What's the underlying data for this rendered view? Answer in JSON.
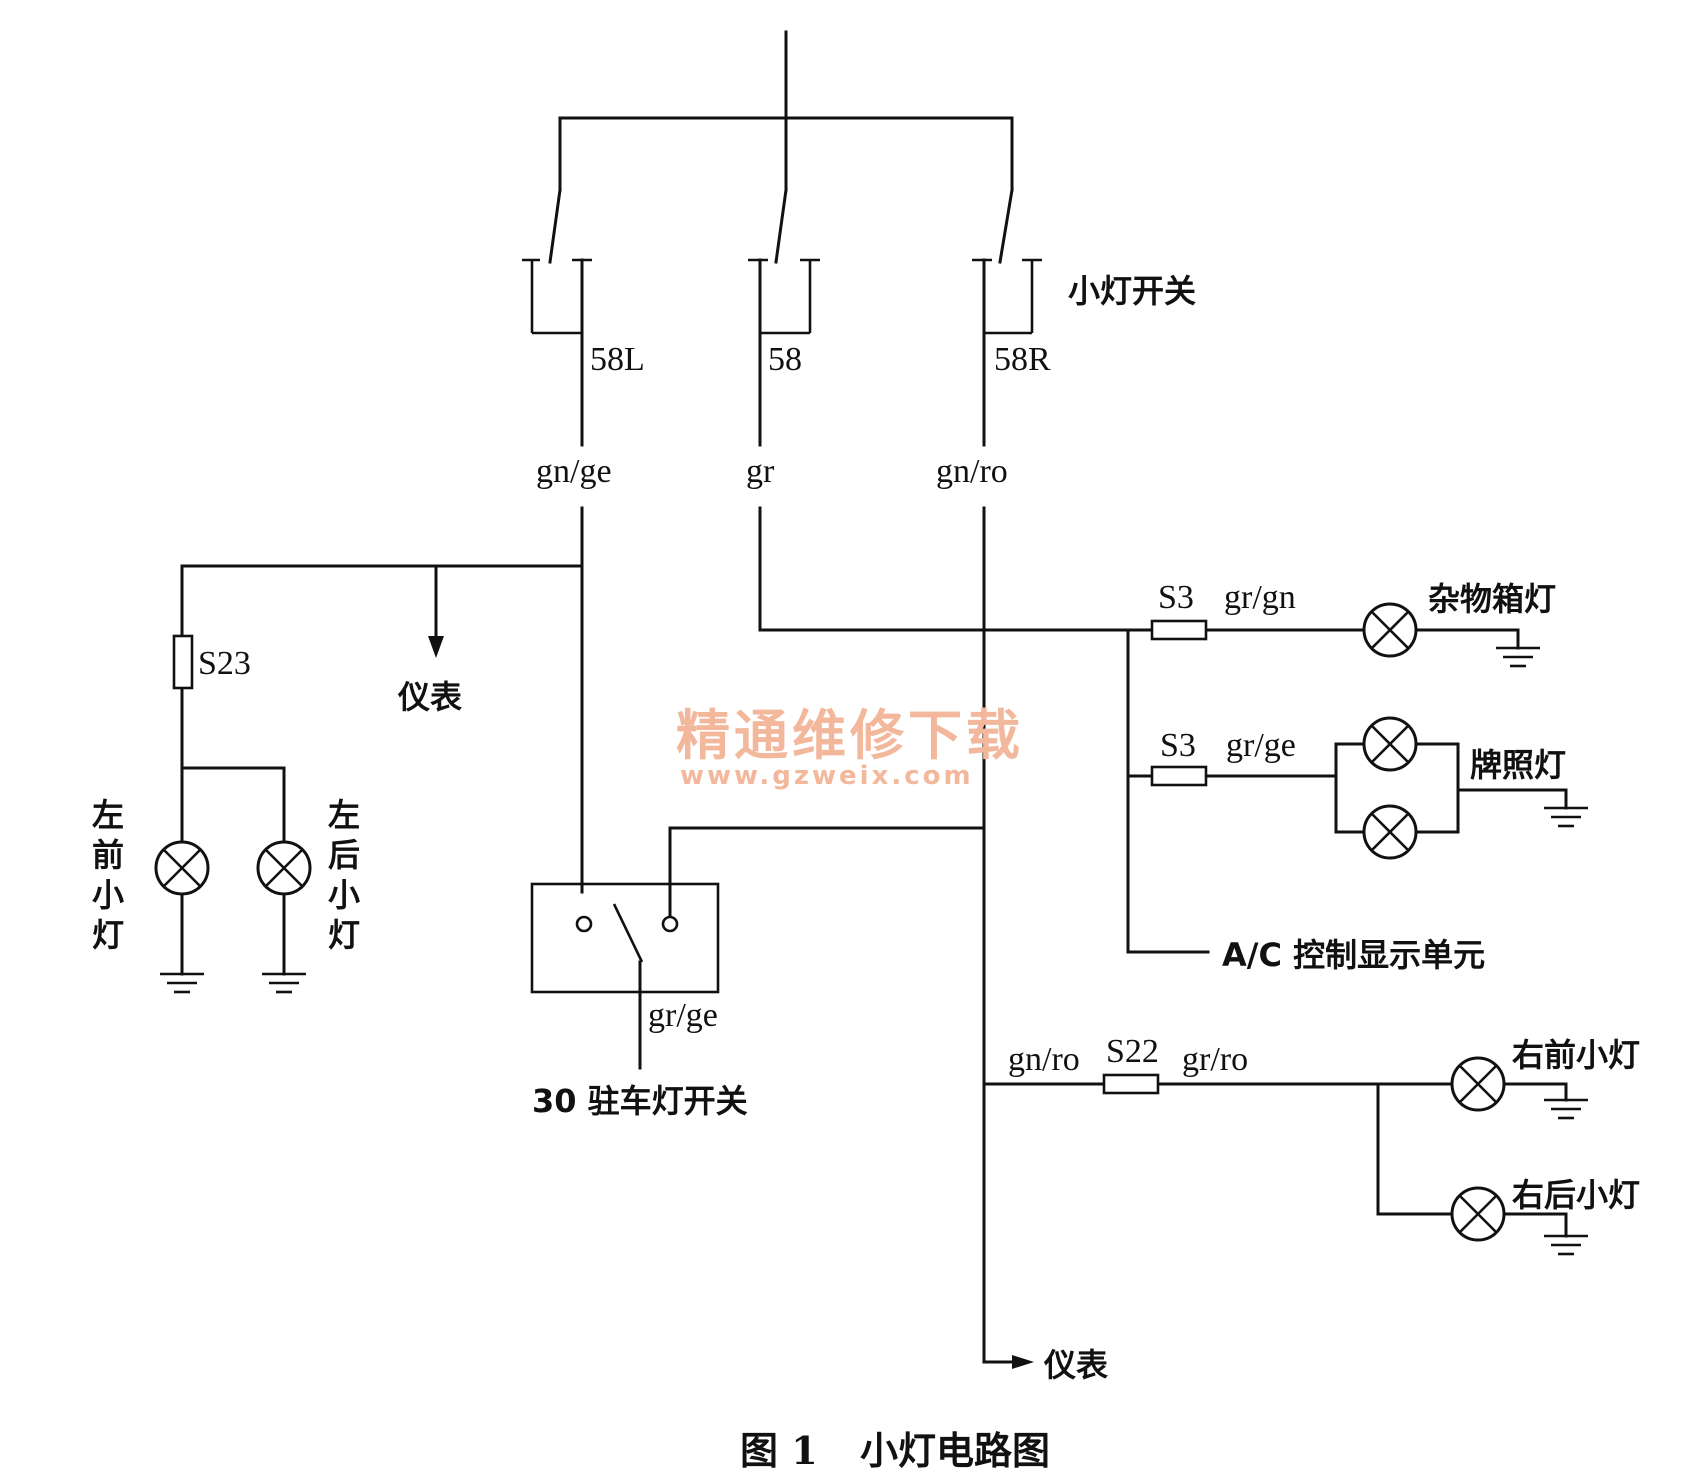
{
  "caption": {
    "figure_no": "图 1",
    "title": "小灯电路图"
  },
  "switch_label": "小灯开关",
  "terminals": {
    "left": "58L",
    "middle": "58",
    "right": "58R"
  },
  "wire_colors": {
    "left": "gn/ge",
    "middle": "gr",
    "right": "gn/ro",
    "glovebox": "gr/gn",
    "plate": "gr/ge",
    "parking": "gr/ge",
    "right_feed": "gn/ro",
    "right_out": "gr/ro"
  },
  "fuses": {
    "left": "S23",
    "glovebox": "S3",
    "plate": "S3",
    "right": "S22"
  },
  "instrument": {
    "upper": "仪表",
    "lower": "仪表"
  },
  "lamps": {
    "left_front": "左前小灯",
    "left_rear": "左后小灯",
    "glovebox": "杂物箱灯",
    "plate": "牌照灯",
    "right_front": "右前小灯",
    "right_rear": "右后小灯"
  },
  "ac_unit": "A/C 控制显示单元",
  "parking_switch": "30 驻车灯开关",
  "watermark": {
    "cn": "精通维修下载",
    "url": "www.gzweix.com"
  }
}
